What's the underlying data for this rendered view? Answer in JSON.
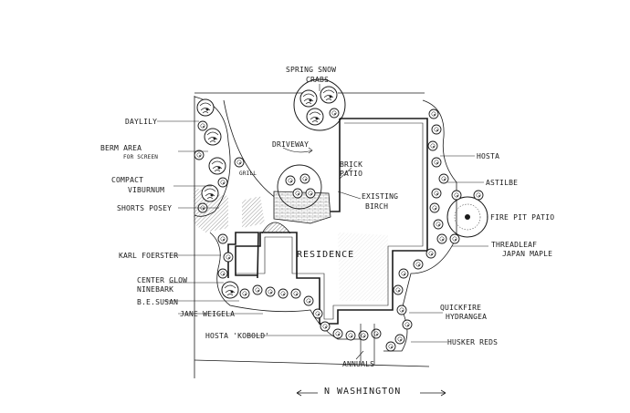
{
  "labels": {
    "spring_snow": "SPRING SNOW",
    "crabs": "CRABS",
    "daylily": "DAYLILY",
    "berm_line1": "BERM AREA",
    "berm_line2": "FOR SCREEN",
    "compact_line1": "COMPACT",
    "compact_line2": "VIBURNUM",
    "shorts_posey": "SHORTS POSEY",
    "driveway": "DRIVEWAY",
    "grill": "GRILL",
    "brick_line1": "BRICK",
    "brick_line2": "PATIO",
    "existing_line1": "EXISTING",
    "existing_line2": "BIRCH",
    "karl_foerster": "KARL FOERSTER",
    "residence": "RESIDENCE",
    "hosta": "HOSTA",
    "astilbe": "ASTILBE",
    "fire_pit_patio": "FIRE PIT PATIO",
    "threadleaf_line1": "THREADLEAF",
    "threadleaf_line2": "JAPAN MAPLE",
    "center_glow_line1": "CENTER GLOW",
    "center_glow_line2": "NINEBARK",
    "be_susan": "B.E.SUSAN",
    "jane_weigela": "JANE WEIGELA",
    "quickfire_line1": "QUICKFIRE",
    "quickfire_line2": "HYDRANGEA",
    "hosta_kobold": "HOSTA 'KOBOLD'",
    "husker_reds": "HUSKER REDS",
    "annuals": "ANNUALS",
    "street": "N WASHINGTON"
  },
  "colors": {
    "ink": "#1a1a1a",
    "hatch": "#555555",
    "paper": "#ffffff"
  }
}
